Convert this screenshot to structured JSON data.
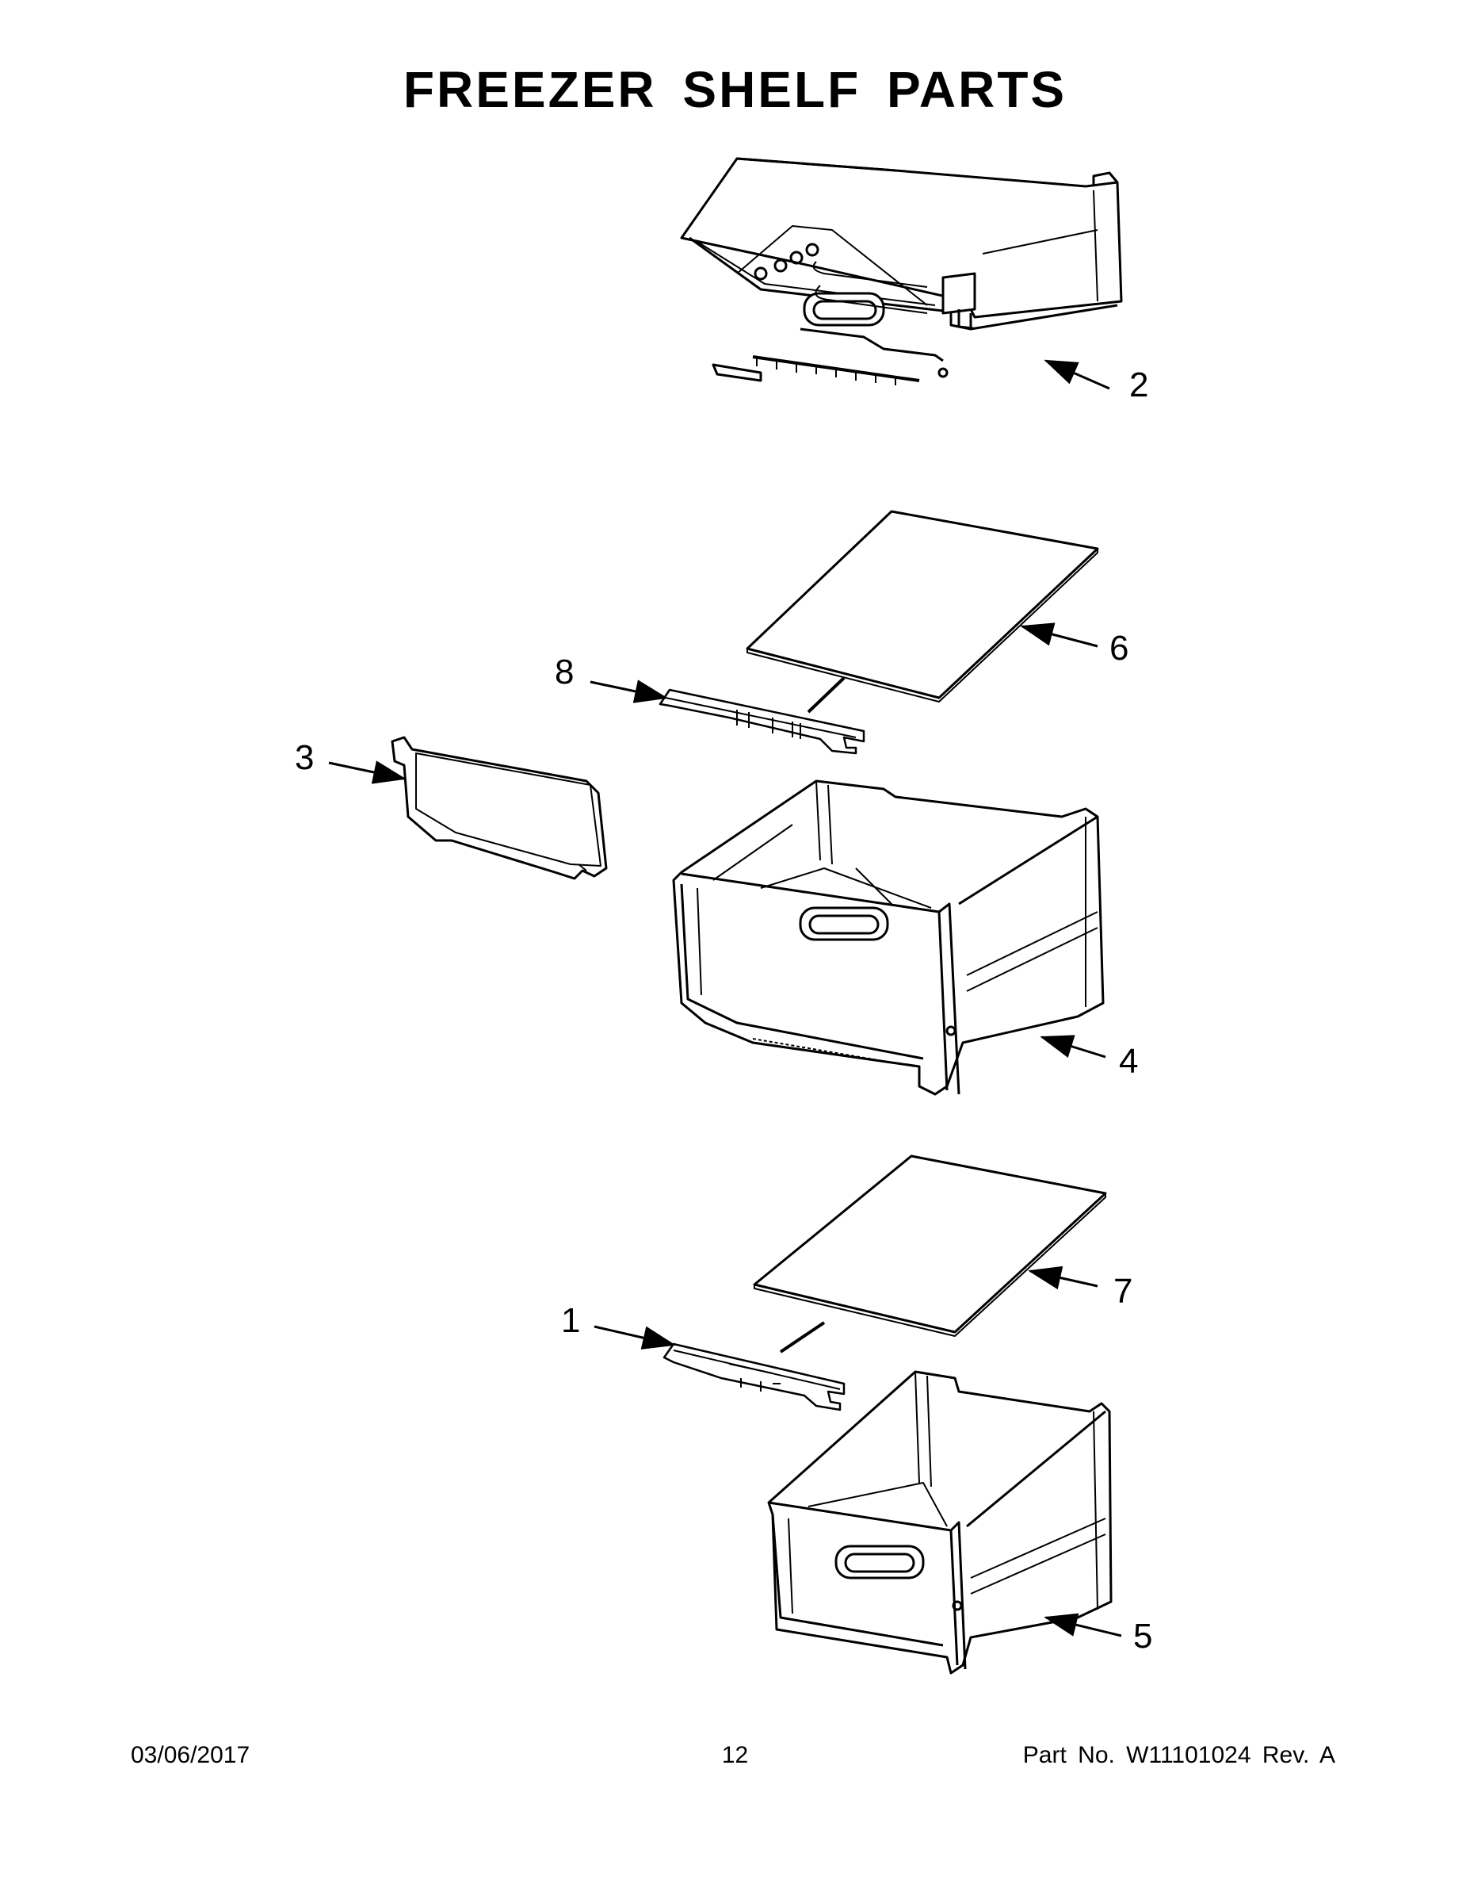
{
  "title": "FREEZER SHELF PARTS",
  "footer": {
    "date": "03/06/2017",
    "page_number": "12",
    "part_info": "Part No.  W11101024  Rev.  A"
  },
  "callouts": [
    "1",
    "2",
    "3",
    "4",
    "5",
    "6",
    "7",
    "8"
  ],
  "colors": {
    "line": "#000000",
    "background": "#ffffff"
  }
}
